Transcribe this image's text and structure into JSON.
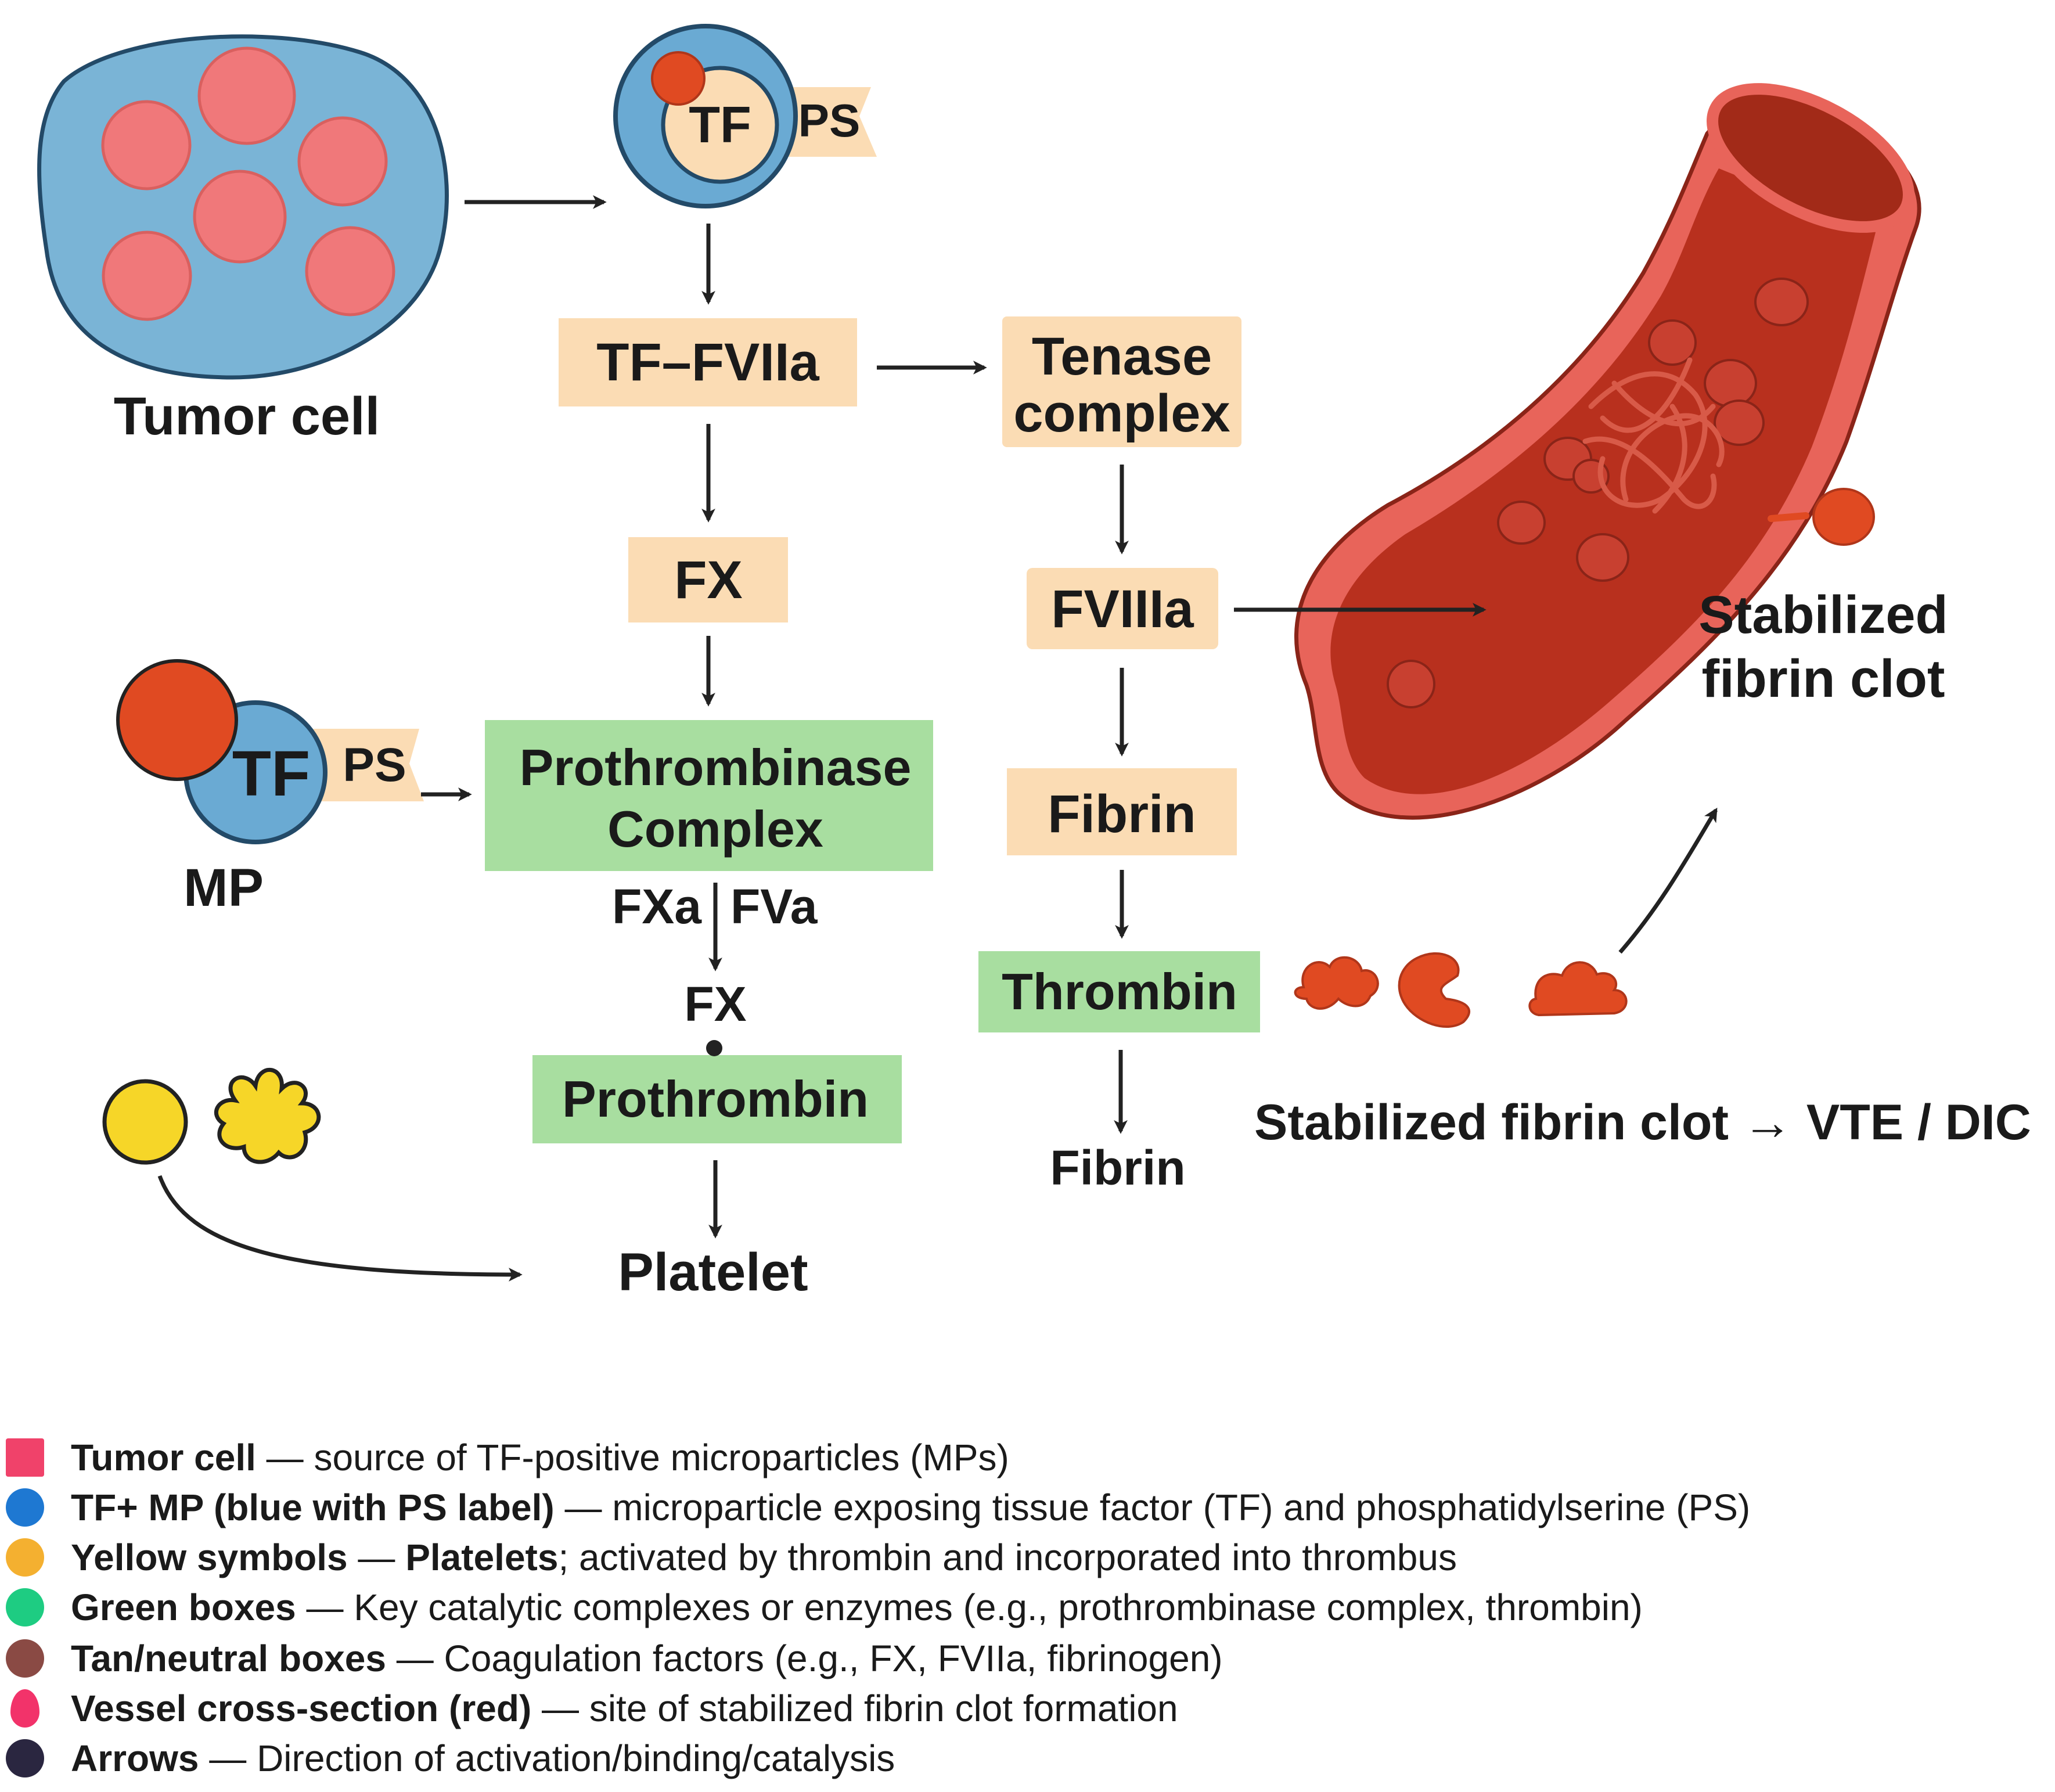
{
  "colors": {
    "tumor_cell_fill": "#7ab4d6",
    "tumor_nucleus": "#f0787a",
    "mp_blue": "#6aaad3",
    "mp_red": "#e04a22",
    "tan_box": "#fbdcb4",
    "green_box": "#a8dea0",
    "vessel_wall": "#e8645a",
    "vessel_lumen": "#b8301e",
    "platelet_yellow": "#f6d628",
    "arrow": "#222222"
  },
  "labels": {
    "tumor_cell": "Tumor cell",
    "tf_top": "TF",
    "ps_top": "PS",
    "tf_fviia": "TF–FVIIa",
    "tenase_line1": "Tenase",
    "tenase_line2": "complex",
    "fx_box": "FX",
    "fviiia": "FVIIIa",
    "tf_mp": "TF",
    "ps_mp": "PS",
    "mp": "MP",
    "prothrombinase_line1": "Prothrombinase",
    "prothrombinase_line2": "Complex",
    "fxa": "FXa",
    "fva": "FVa",
    "fx_below": "FX",
    "prothrombin": "Prothrombin",
    "platelet": "Platelet",
    "fibrin_box": "Fibrin",
    "thrombin": "Thrombin",
    "fibrin_text": "Fibrin",
    "stabilized_line1": "Stabilized",
    "stabilized_line2": "fibrin clot",
    "outcome": "Stabilized fibrin clot → VTE / DIC"
  },
  "legend": [
    {
      "icon": "pink-square-icon",
      "color": "#f0426a",
      "term": "Tumor cell",
      "term2": "",
      "desc": " — source of TF-positive microparticles (MPs)",
      "desc2": ""
    },
    {
      "icon": "blue-circle-icon",
      "color": "#1e78d2",
      "term": "TF+ MP (blue with PS label)",
      "term2": "",
      "desc": " — microparticle exposing tissue factor (TF) and phosphatidylserine (PS)",
      "desc2": ""
    },
    {
      "icon": "yellow-circle-icon",
      "color": "#f4b030",
      "term": "Yellow symbols",
      "term2": "Platelets",
      "desc": " — ",
      "desc2": "; activated by thrombin and incorporated into thrombus"
    },
    {
      "icon": "green-circle-icon",
      "color": "#1ecc82",
      "term": "Green boxes",
      "term2": "",
      "desc": " — Key catalytic complexes or enzymes (e.g., prothrombinase complex, thrombin)",
      "desc2": ""
    },
    {
      "icon": "brown-circle-icon",
      "color": "#8a4a44",
      "term": "Tan/neutral boxes",
      "term2": "",
      "desc": " — Coagulation factors (e.g., FX, FVIIa, fibrinogen)",
      "desc2": ""
    },
    {
      "icon": "pink-drop-icon",
      "color": "#f2336a",
      "term": "Vessel cross-section (red)",
      "term2": "",
      "desc": " — site of stabilized fibrin clot formation",
      "desc2": ""
    },
    {
      "icon": "dark-circle-icon",
      "color": "#2a2640",
      "term": "Arrows",
      "term2": "",
      "desc": " — Direction of activation/binding/catalysis",
      "desc2": ""
    }
  ]
}
